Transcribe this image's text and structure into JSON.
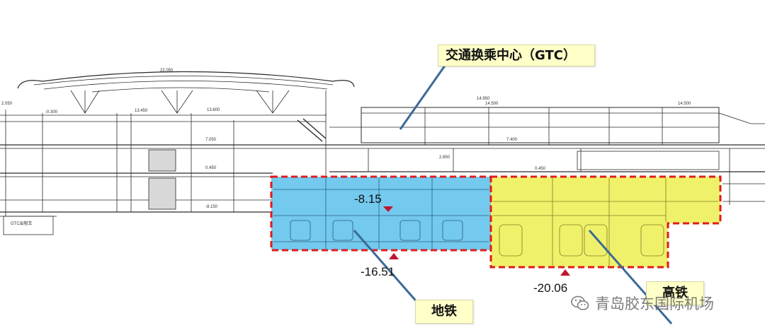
{
  "labels": {
    "gtc": "交通换乘中心（GTC）",
    "metro": "地铁",
    "hsr": "高铁"
  },
  "elevations": {
    "metro_mid": "-8.15",
    "metro_bottom": "-16.51",
    "hsr_bottom": "-20.06"
  },
  "drawing_marks": [
    "22.050",
    "14.950",
    "14.500",
    "14.500",
    "13.450",
    "13.600",
    "7.050",
    "7.400",
    "0.450",
    "0.450",
    "2.850",
    "-8.150",
    "-0.300",
    "2.050",
    "GTC出租车"
  ],
  "watermark": "青岛胶东国际机场",
  "colors": {
    "metro_fill": "#5bc0eb",
    "hsr_fill": "#eef05a",
    "zone_border": "#e01b1b",
    "leader": "#3b6a96",
    "elev_marker": "#c0152b",
    "callout_fill": "#ffffc8"
  }
}
